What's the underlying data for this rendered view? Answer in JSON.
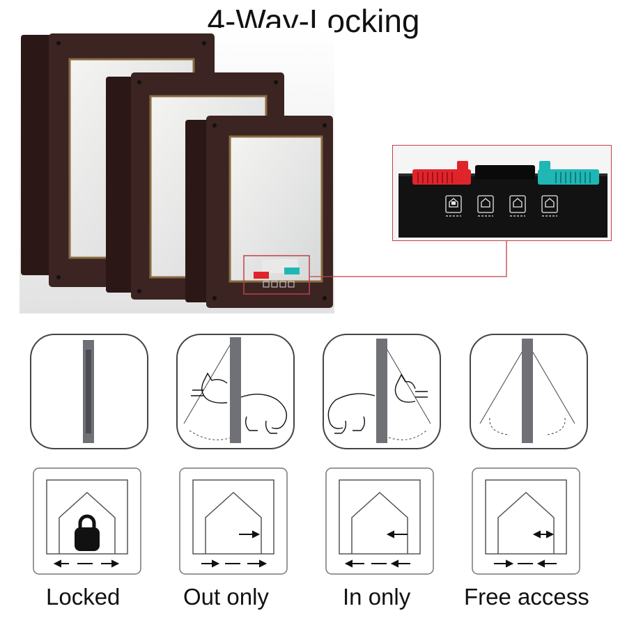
{
  "title": "4-Way-Locking",
  "modes": [
    {
      "label": "Locked"
    },
    {
      "label": "Out only"
    },
    {
      "label": "In only"
    },
    {
      "label": "Free access"
    }
  ],
  "colors": {
    "frame": "#3b2422",
    "lock_red": "#e0242b",
    "lock_teal": "#1fb7b3",
    "flap_grey": "#6f7176",
    "outline": "#5a5a5a",
    "callout": "#c0404a"
  },
  "icons": [
    "padlock-icon",
    "house-icon",
    "arrow-right-icon",
    "arrow-left-icon",
    "double-arrow-icon"
  ]
}
